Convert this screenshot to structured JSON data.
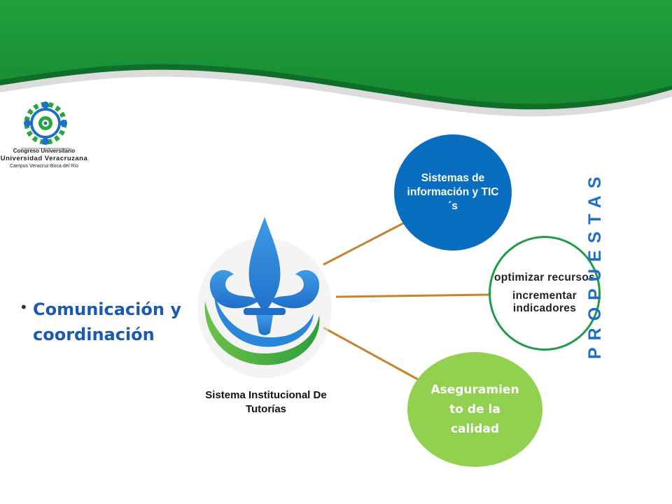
{
  "colors": {
    "banner_green": "#1f9a3a",
    "banner_dark": "#0f6e2a",
    "tic_blue": "#0a6ec0",
    "quality_green": "#92d050",
    "outline_green": "#1f9a46",
    "connector": "#c8822e",
    "accent_blue": "#1f6fc9",
    "bullet_blue": "#1a5ab0"
  },
  "logo": {
    "line1": "Congreso Universitario",
    "line2": "Universidad Veracruzana",
    "line3": "Campus Veracruz-Boca del Río"
  },
  "emblem_icon": "fleur-de-lis-icon",
  "center_caption": "Sistema Institucional De Tutorías",
  "nodes": {
    "tic": "Sistemas  de información y TIC´s",
    "resources_line1": "optimizar recursos",
    "resources_line2": "incrementar indicadores",
    "quality": "Aseguramien to de la calidad"
  },
  "bullet": "Comunicación y coordinación",
  "vertical_label": "PROPUESTAS"
}
